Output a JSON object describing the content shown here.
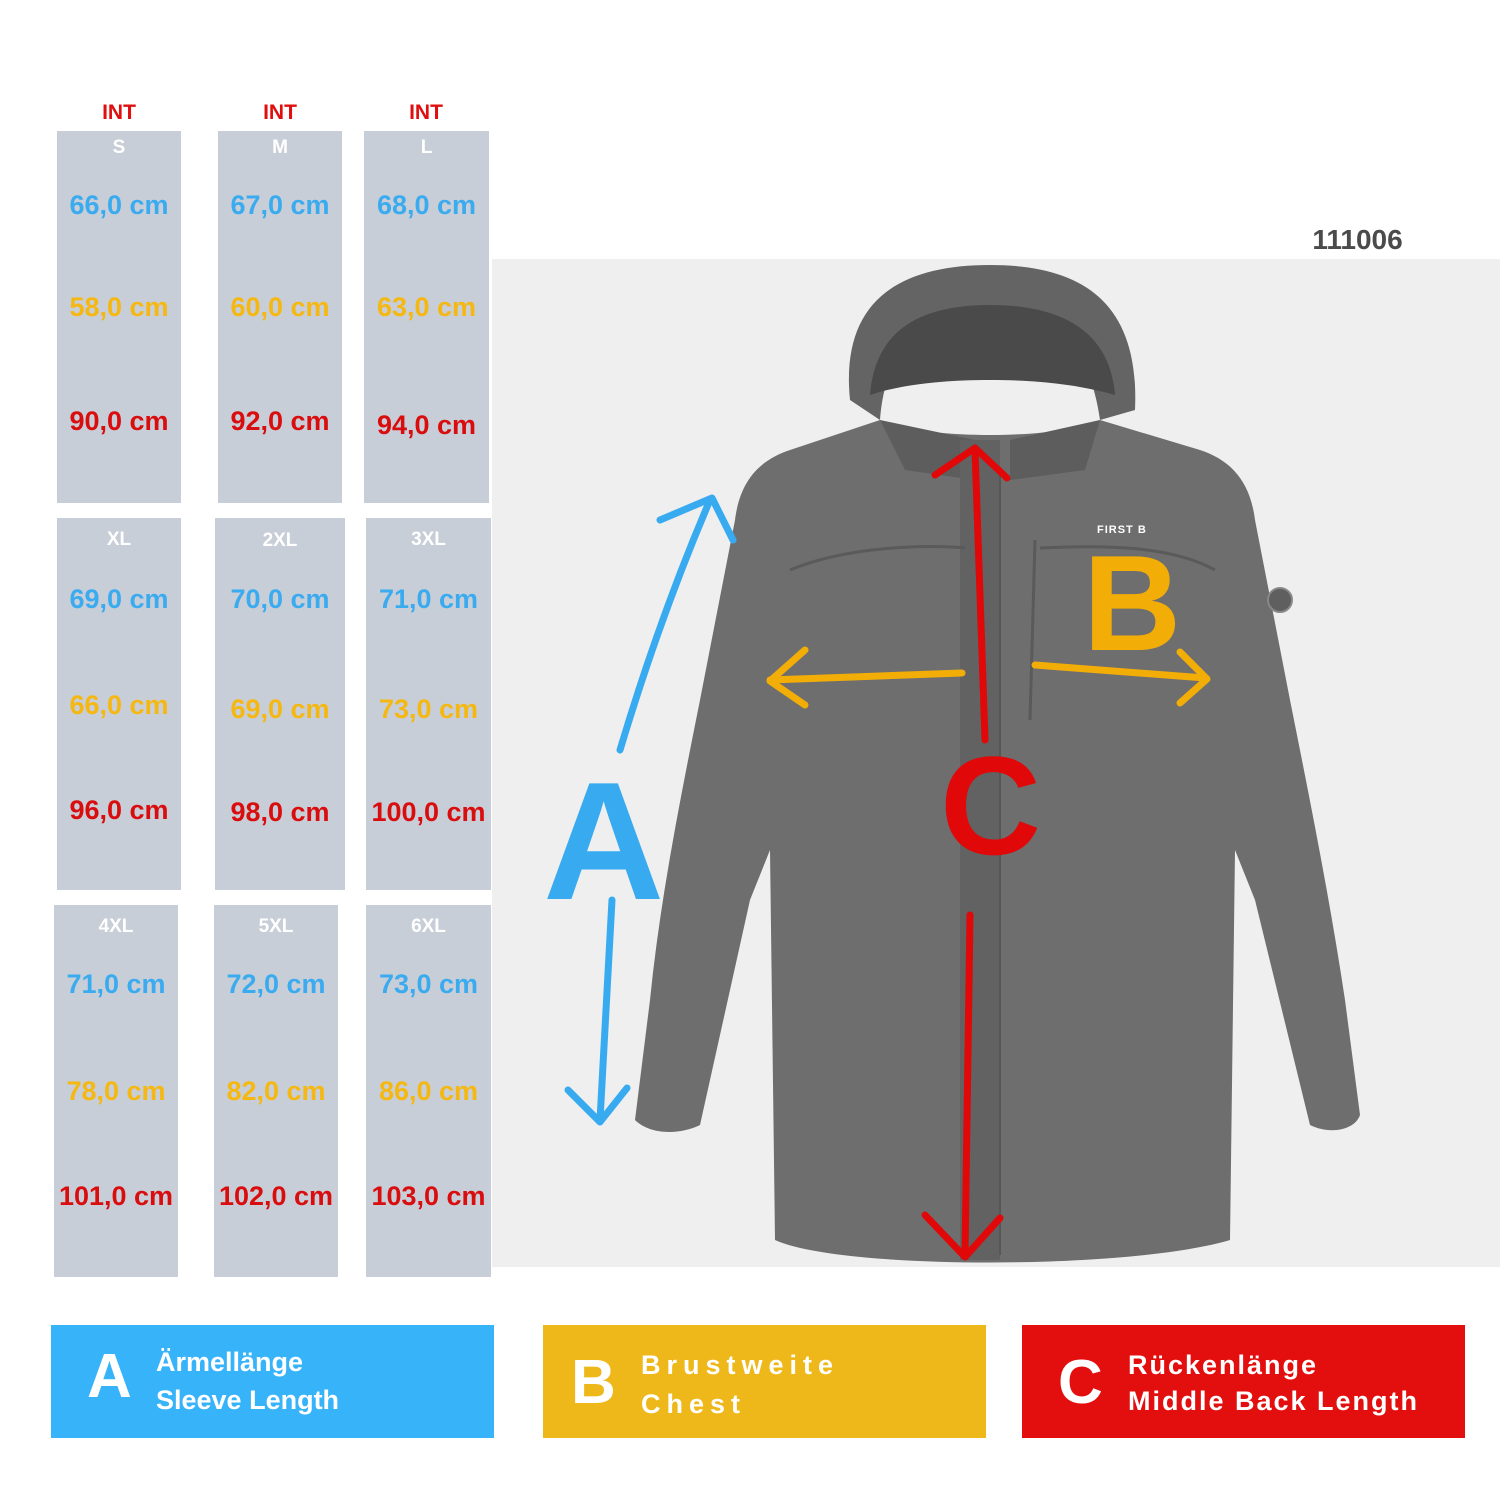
{
  "article_number": "111006",
  "colors": {
    "sleeve": "#37aaf0",
    "chest": "#f3ad07",
    "back": "#e00808",
    "card": "#c8ced8"
  },
  "size_table": {
    "header_prefix": "INT",
    "sizes": [
      {
        "size": "S",
        "sleeve": "66,0 cm",
        "chest": "58,0 cm",
        "back": "90,0 cm"
      },
      {
        "size": "M",
        "sleeve": "67,0 cm",
        "chest": "60,0 cm",
        "back": "92,0 cm"
      },
      {
        "size": "L",
        "sleeve": "68,0 cm",
        "chest": "63,0 cm",
        "back": "94,0 cm"
      },
      {
        "size": "XL",
        "sleeve": "69,0 cm",
        "chest": "66,0 cm",
        "back": "96,0 cm"
      },
      {
        "size": "2XL",
        "sleeve": "70,0 cm",
        "chest": "69,0 cm",
        "back": "98,0 cm"
      },
      {
        "size": "3XL",
        "sleeve": "71,0 cm",
        "chest": "73,0 cm",
        "back": "100,0 cm"
      },
      {
        "size": "4XL",
        "sleeve": "71,0 cm",
        "chest": "78,0 cm",
        "back": "101,0 cm"
      },
      {
        "size": "5XL",
        "sleeve": "72,0 cm",
        "chest": "82,0 cm",
        "back": "102,0 cm"
      },
      {
        "size": "6XL",
        "sleeve": "73,0 cm",
        "chest": "86,0 cm",
        "back": "103,0 cm"
      }
    ]
  },
  "diagram": {
    "letter_a": "A",
    "letter_b": "B",
    "letter_c": "C",
    "brand": "FIRST B"
  },
  "legend": [
    {
      "letter": "A",
      "line1": "Ärmellänge",
      "line2": "Sleeve Length"
    },
    {
      "letter": "B",
      "line1": "Brustweite",
      "line2": "Chest"
    },
    {
      "letter": "C",
      "line1": "Rückenlänge",
      "line2": "Middle Back Length"
    }
  ]
}
